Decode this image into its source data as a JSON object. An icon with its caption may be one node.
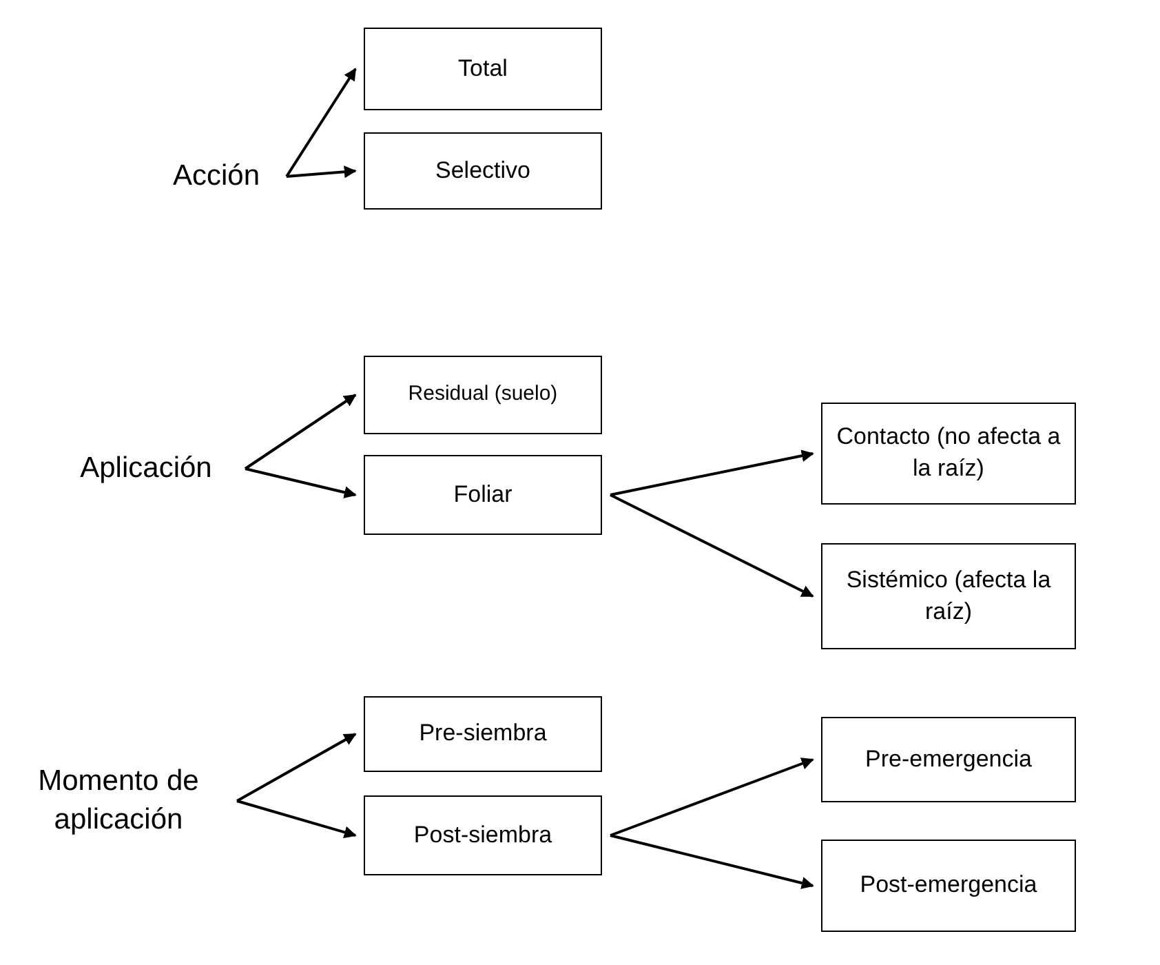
{
  "diagram": {
    "nodes": [
      {
        "text": [
          "Acción"
        ]
      },
      {
        "text": [
          "Total"
        ]
      },
      {
        "text": [
          "Selectivo"
        ]
      },
      {
        "text": [
          "Aplicación"
        ]
      },
      {
        "text": [
          "Residual (suelo)"
        ]
      },
      {
        "text": [
          "Foliar"
        ]
      },
      {
        "text": [
          "Contacto (no afecta a la raíz)"
        ]
      },
      {
        "text": [
          "Sistémico (afecta la raíz)"
        ]
      },
      {
        "text": [
          "Momento de aplicación"
        ]
      },
      {
        "text": [
          "Pre-siembra"
        ]
      },
      {
        "text": [
          "Post-siembra"
        ]
      },
      {
        "text": [
          "Pre-emergencia"
        ]
      },
      {
        "text": [
          "Post-emergencia"
        ]
      }
    ],
    "edges": [
      {
        "from": 0,
        "to": 1,
        "arrow": "to"
      },
      {
        "from": 0,
        "to": 2,
        "arrow": "to"
      },
      {
        "from": 3,
        "to": 4,
        "arrow": "to"
      },
      {
        "from": 3,
        "to": 5,
        "arrow": "to"
      },
      {
        "from": 5,
        "to": 6,
        "arrow": "to"
      },
      {
        "from": 5,
        "to": 7,
        "arrow": "to"
      },
      {
        "from": 8,
        "to": 9,
        "arrow": "to"
      },
      {
        "from": 8,
        "to": 10,
        "arrow": "to"
      },
      {
        "from": 10,
        "to": 11,
        "arrow": "to"
      },
      {
        "from": 10,
        "to": 12,
        "arrow": "to"
      }
    ]
  }
}
